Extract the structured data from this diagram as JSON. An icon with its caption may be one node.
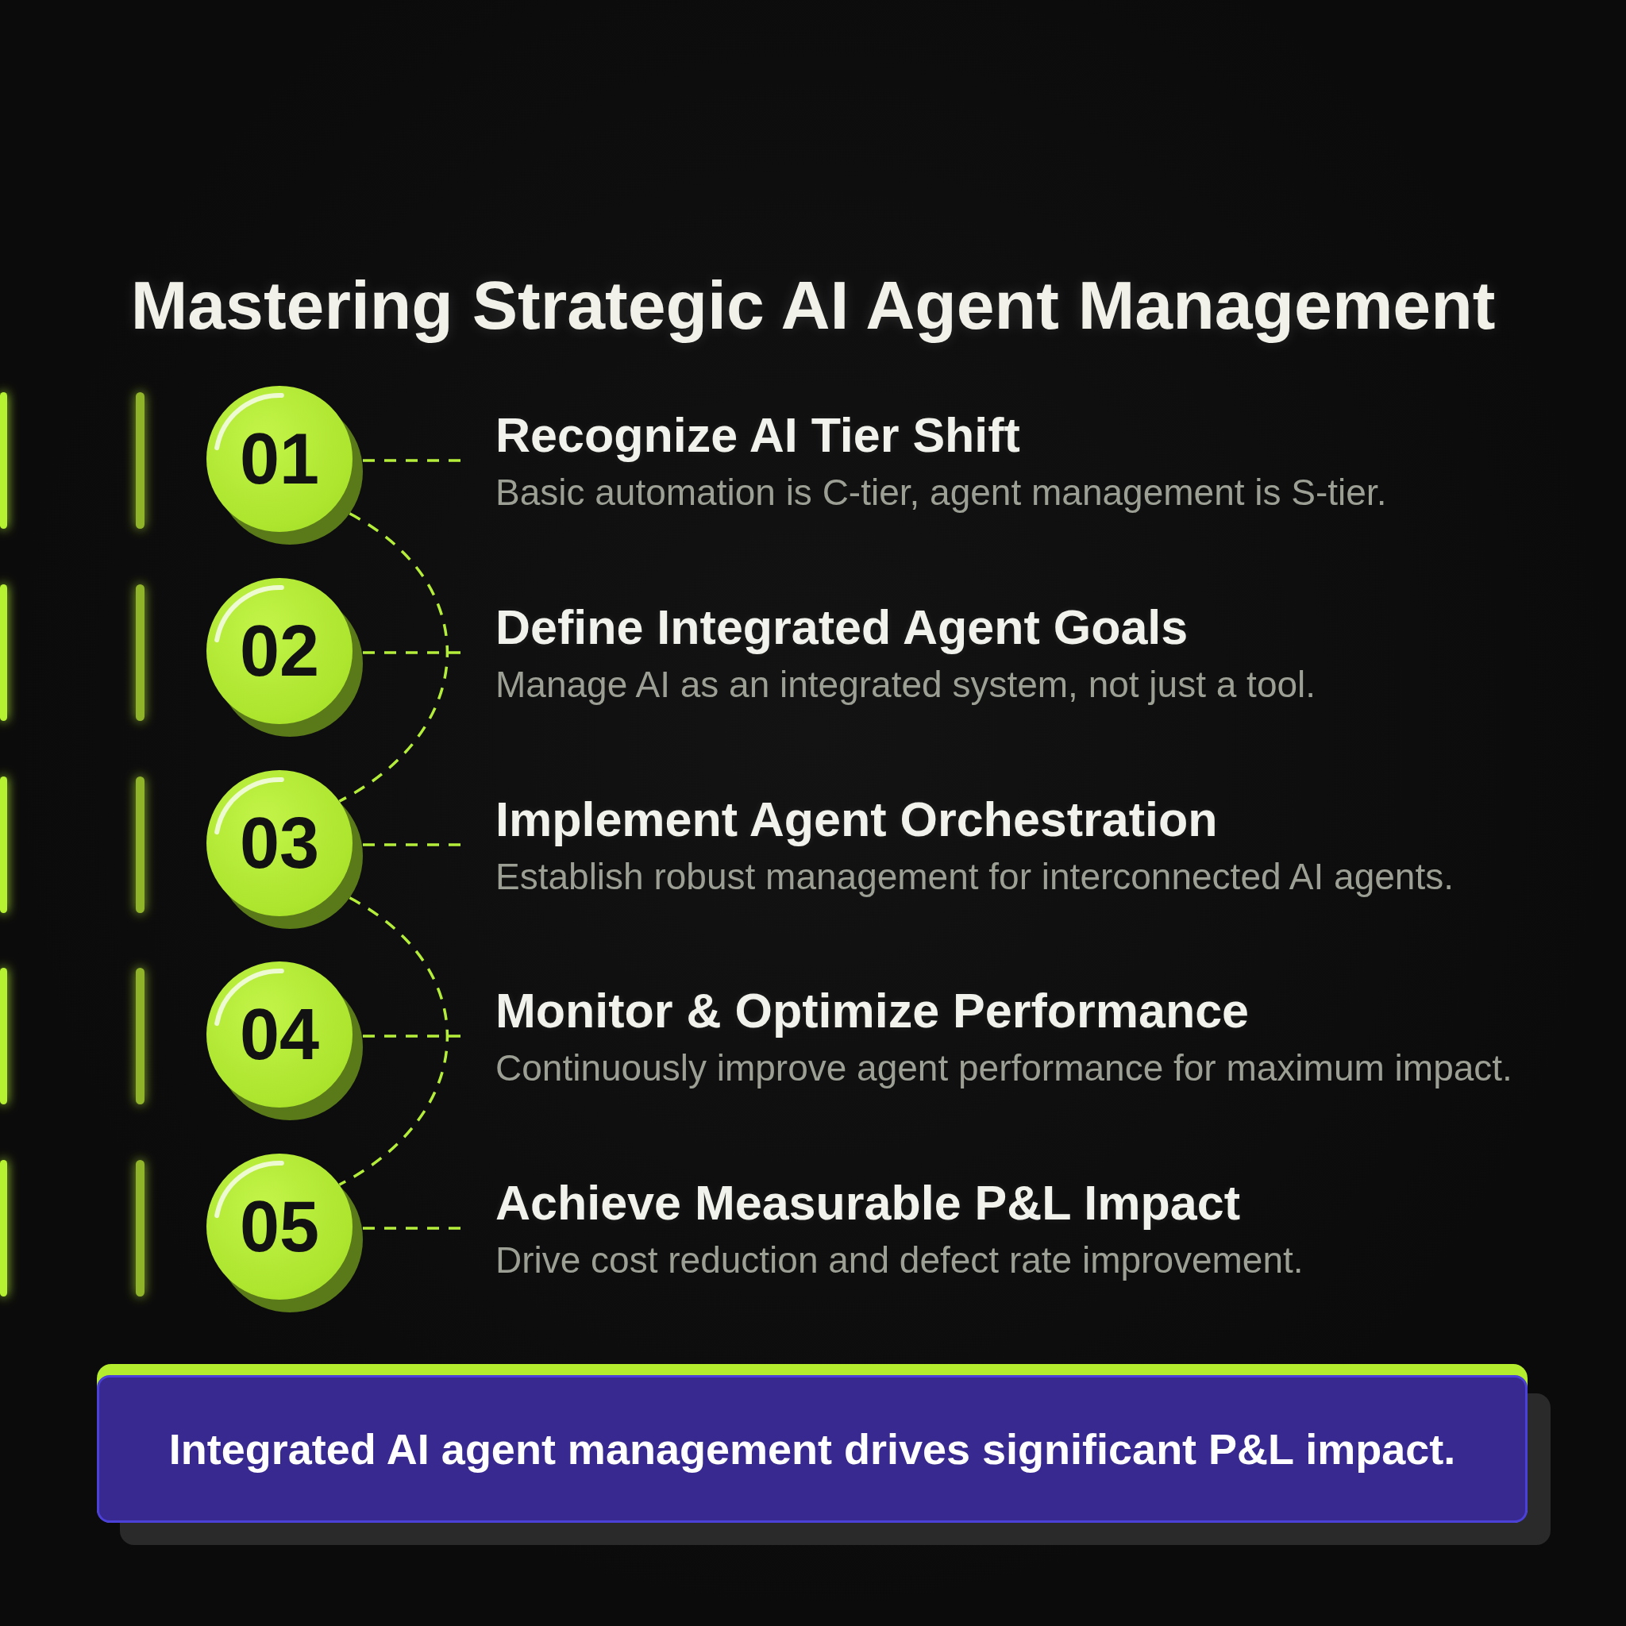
{
  "diagram": {
    "title": "Mastering Strategic AI Agent Management",
    "nodes": [
      {
        "text": [
          "01"
        ]
      },
      {
        "text": [
          "Recognize AI Tier Shift",
          "Basic automation is C-tier, agent management is S-tier."
        ]
      },
      {
        "text": [
          "02"
        ]
      },
      {
        "text": [
          "Define Integrated Agent Goals",
          "Manage AI as an integrated system, not just a tool."
        ]
      },
      {
        "text": [
          "03"
        ]
      },
      {
        "text": [
          "Implement Agent Orchestration",
          "Establish robust management for interconnected AI agents."
        ]
      },
      {
        "text": [
          "04"
        ]
      },
      {
        "text": [
          "Monitor & Optimize Performance",
          "Continuously improve agent performance for maximum impact."
        ]
      },
      {
        "text": [
          "05"
        ]
      },
      {
        "text": [
          "Achieve Measurable P&L Impact",
          "Drive cost reduction and defect rate improvement."
        ]
      },
      {
        "text": [
          "Integrated AI agent management drives significant P&L impact."
        ]
      }
    ],
    "edges": [
      {
        "from": 0,
        "to": 1,
        "arrow": "none",
        "style": "dashed"
      },
      {
        "from": 2,
        "to": 3,
        "arrow": "none",
        "style": "dashed"
      },
      {
        "from": 4,
        "to": 5,
        "arrow": "none",
        "style": "dashed"
      },
      {
        "from": 6,
        "to": 7,
        "arrow": "none",
        "style": "dashed"
      },
      {
        "from": 8,
        "to": 9,
        "arrow": "none",
        "style": "dashed"
      },
      {
        "from": 0,
        "to": 4,
        "arrow": "none",
        "style": "dashed"
      },
      {
        "from": 4,
        "to": 8,
        "arrow": "none",
        "style": "dashed"
      }
    ]
  }
}
